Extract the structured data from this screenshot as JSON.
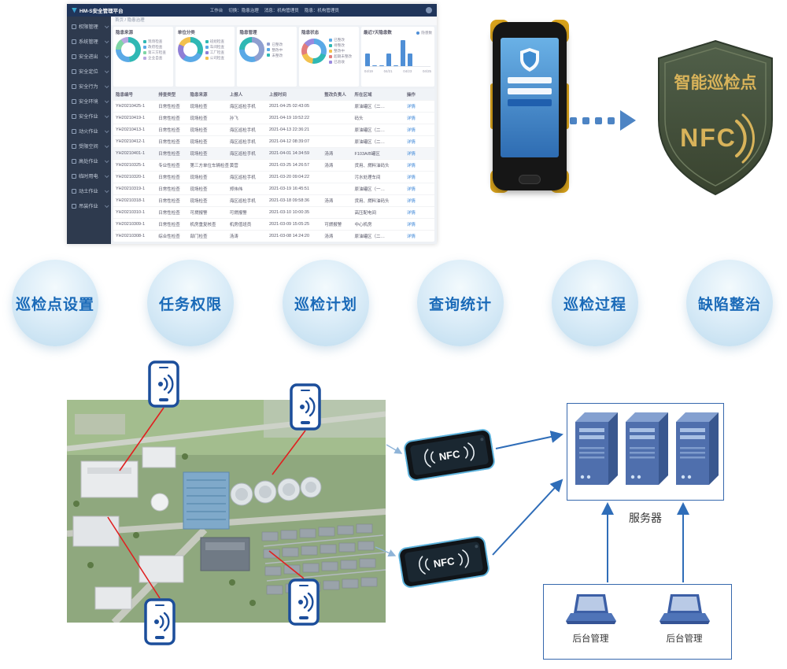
{
  "dashboard": {
    "logo": "HM-S安全管理平台",
    "nav": [
      "工作台",
      "切换：隐患治理",
      "消息：机构管理员",
      "隐患：机构管理员"
    ],
    "sidebar": [
      "权限管理",
      "系统管理",
      "安全进出",
      "安全定位",
      "安全行为",
      "安全环境",
      "安全作业",
      "动火作业",
      "受限空间",
      "高处作业",
      "临时用电",
      "动土作业",
      "吊装作业"
    ],
    "breadcrumb": "首页 / 隐患治理",
    "charts": [
      {
        "title": "隐患来源",
        "segments": [
          {
            "label": "现场检查",
            "color": "#2fb8b4",
            "value": 48
          },
          {
            "label": "政府检查",
            "color": "#5aa9e6",
            "value": 27
          },
          {
            "label": "第三方检查",
            "color": "#7ed6a5",
            "value": 15
          },
          {
            "label": "企业自查",
            "color": "#b8a9e0",
            "value": 10
          }
        ]
      },
      {
        "title": "单位分类",
        "segments": [
          {
            "label": "班组检查",
            "color": "#2fb8b4",
            "value": 32
          },
          {
            "label": "车间检查",
            "color": "#5aa9e6",
            "value": 28
          },
          {
            "label": "工厂检查",
            "color": "#8f7fd6",
            "value": 22
          },
          {
            "label": "公司检查",
            "color": "#f2c14e",
            "value": 18
          }
        ]
      },
      {
        "title": "隐患管理",
        "segments": [
          {
            "label": "已整改",
            "color": "#8f9fd0",
            "value": 45
          },
          {
            "label": "整改中",
            "color": "#5aa9e6",
            "value": 30
          },
          {
            "label": "未整改",
            "color": "#2fb8b4",
            "value": 25
          }
        ]
      },
      {
        "title": "隐患状态",
        "segments": [
          {
            "label": "已整改",
            "color": "#5aa9e6",
            "value": 30
          },
          {
            "label": "待整改",
            "color": "#2fb8b4",
            "value": 22
          },
          {
            "label": "整改中",
            "color": "#f2c14e",
            "value": 18
          },
          {
            "label": "超期未整改",
            "color": "#e27c7c",
            "value": 16
          },
          {
            "label": "已验收",
            "color": "#9b8ade",
            "value": 14
          }
        ]
      }
    ],
    "trend": {
      "title": "最近7天隐患数",
      "legend": "隐患数",
      "values": [
        1,
        0,
        0,
        1,
        0,
        2,
        1
      ],
      "dates": [
        "04/19",
        "04/21",
        "04/23",
        "04/25"
      ]
    },
    "table": {
      "columns": [
        "隐患编号",
        "排查类型",
        "隐患来源",
        "上报人",
        "上报时间",
        "整改负责人",
        "所在区域",
        "操作"
      ],
      "rows": [
        {
          "id": "YH20210425-1",
          "type": "日常性检查",
          "source": "现场检查",
          "reporter": "海区巡检手机",
          "time": "2021-04-25 02:43:05",
          "owner": "",
          "area": "原油罐区（二…",
          "action": "详情"
        },
        {
          "id": "YH20210419-1",
          "type": "日常性检查",
          "source": "现场检查",
          "reporter": "孙飞",
          "time": "2021-04-19 19:52:22",
          "owner": "",
          "area": "码头",
          "action": "详情"
        },
        {
          "id": "YH20210413-1",
          "type": "日常性检查",
          "source": "现场检查",
          "reporter": "海区巡检手机",
          "time": "2021-04-13 22:36:21",
          "owner": "",
          "area": "原油罐区（二…",
          "action": "详情"
        },
        {
          "id": "YH20210412-1",
          "type": "日常性检查",
          "source": "现场检查",
          "reporter": "海区巡检手机",
          "time": "2021-04-12 08:39:07",
          "owner": "",
          "area": "原油罐区（二…",
          "action": "详情"
        },
        {
          "id": "YH20210401-1",
          "type": "日常性检查",
          "source": "现场检查",
          "reporter": "海区巡检手机",
          "time": "2021-04-01 14:34:59",
          "owner": "汤涛",
          "area": "F103A/B罐区",
          "action": "详情"
        },
        {
          "id": "YH20210325-1",
          "type": "专业性检查",
          "source": "第三方单位车辆检查",
          "reporter": "黄营",
          "time": "2021-03-25 14:26:57",
          "owner": "汤涛",
          "area": "货用、燃料油码头",
          "action": "详情"
        },
        {
          "id": "YH20210320-1",
          "type": "日常性检查",
          "source": "现场检查",
          "reporter": "海区巡检手机",
          "time": "2021-03-20 09:04:22",
          "owner": "",
          "area": "污水处理车间",
          "action": "详情"
        },
        {
          "id": "YH20210319-1",
          "type": "日常性检查",
          "source": "现场检查",
          "reporter": "郑伟伟",
          "time": "2021-03-19 16:45:51",
          "owner": "",
          "area": "原油罐区（一…",
          "action": "详情"
        },
        {
          "id": "YH20210318-1",
          "type": "日常性检查",
          "source": "现场检查",
          "reporter": "海区巡检手机",
          "time": "2021-03-18 09:58:36",
          "owner": "汤涛",
          "area": "货用、燃料油码头",
          "action": "详情"
        },
        {
          "id": "YH20210310-1",
          "type": "日常性检查",
          "source": "可燃报警",
          "reporter": "可燃报警",
          "time": "2021-03-10 10:00:35",
          "owner": "",
          "area": "高压配电间",
          "action": "详情"
        },
        {
          "id": "YH20210309-1",
          "type": "日常性检查",
          "source": "机房重复核查",
          "reporter": "机房值班员",
          "time": "2021-03-09 15:05:25",
          "owner": "可燃报警",
          "area": "中心机房",
          "action": "详情"
        },
        {
          "id": "YH20210308-1",
          "type": "综合性检查",
          "source": "部门检查",
          "reporter": "汤涛",
          "time": "2021-03-08 14:24:20",
          "owner": "汤涛",
          "area": "原油罐区（二…",
          "action": "详情"
        }
      ]
    }
  },
  "badge": {
    "title": "智能巡检点",
    "nfc": "NFC"
  },
  "features": [
    "巡检点设置",
    "任务权限",
    "巡检计划",
    "查询统计",
    "巡检过程",
    "缺陷整治"
  ],
  "architecture": {
    "nfc_label": "NFC",
    "server_label": "服务器",
    "admin_labels": [
      "后台管理",
      "后台管理"
    ]
  }
}
